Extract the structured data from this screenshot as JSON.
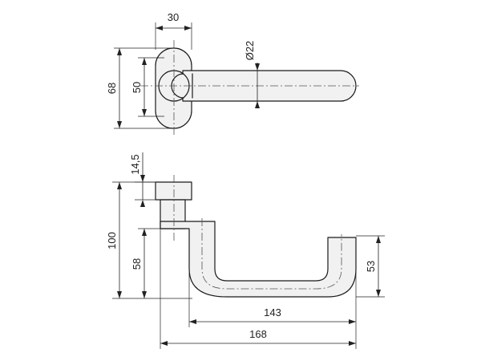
{
  "dimensions": {
    "rose_width": "30",
    "lever_diameter": "Ø22",
    "rose_height_outer": "68",
    "rose_height_inner": "50",
    "rose_thickness": "14,5",
    "overall_height": "100",
    "lever_drop": "58",
    "grip_height": "53",
    "grip_length": "143",
    "total_length": "168"
  }
}
